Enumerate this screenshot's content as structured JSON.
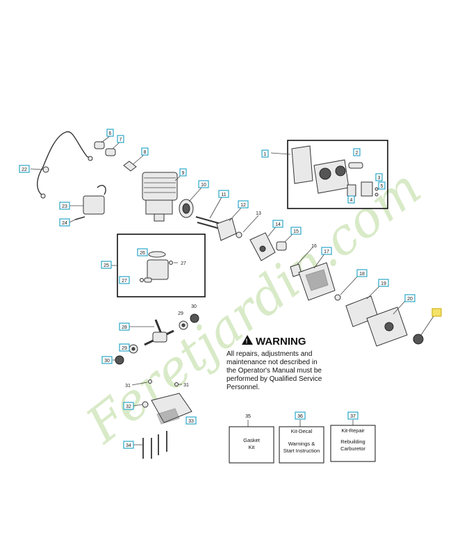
{
  "callouts": [
    {
      "id": "c22",
      "text": "22"
    },
    {
      "id": "c6",
      "text": "6"
    },
    {
      "id": "c7",
      "text": "7"
    },
    {
      "id": "c8",
      "text": "8"
    },
    {
      "id": "c9",
      "text": "9"
    },
    {
      "id": "c10",
      "text": "10"
    },
    {
      "id": "c11",
      "text": "11"
    },
    {
      "id": "c12",
      "text": "12"
    },
    {
      "id": "c13",
      "text": "13"
    },
    {
      "id": "c14",
      "text": "14"
    },
    {
      "id": "c15",
      "text": "15"
    },
    {
      "id": "c16",
      "text": "16"
    },
    {
      "id": "c17",
      "text": "17"
    },
    {
      "id": "c18",
      "text": "18"
    },
    {
      "id": "c19",
      "text": "19"
    },
    {
      "id": "c20",
      "text": "20"
    },
    {
      "id": "c23",
      "text": "23"
    },
    {
      "id": "c24",
      "text": "24"
    },
    {
      "id": "c25",
      "text": "25"
    },
    {
      "id": "c26",
      "text": "26"
    },
    {
      "id": "c27",
      "text": "27"
    },
    {
      "id": "c27b",
      "text": "27"
    },
    {
      "id": "c28",
      "text": "28"
    },
    {
      "id": "c29",
      "text": "29"
    },
    {
      "id": "c29b",
      "text": "29"
    },
    {
      "id": "c30",
      "text": "30"
    },
    {
      "id": "c30b",
      "text": "30"
    },
    {
      "id": "c31",
      "text": "31"
    },
    {
      "id": "c31b",
      "text": "31"
    },
    {
      "id": "c32",
      "text": "32"
    },
    {
      "id": "c33",
      "text": "33"
    },
    {
      "id": "c34",
      "text": "34"
    },
    {
      "id": "c1",
      "text": "1"
    },
    {
      "id": "c2",
      "text": "2"
    },
    {
      "id": "c3",
      "text": "3"
    },
    {
      "id": "c4",
      "text": "4"
    },
    {
      "id": "c5",
      "text": "5"
    }
  ],
  "warning": {
    "title": "WARNING",
    "lines": [
      "All repairs, adjustments and",
      "maintenance not described in",
      "the Operator's Manual must be",
      "performed by Qualified Service",
      "Personnel."
    ]
  },
  "kits": [
    {
      "number": "35",
      "lines": [
        "Gasket",
        "Kit"
      ]
    },
    {
      "number": "36",
      "lines": [
        "Kit-Decal",
        "Warnings &",
        "Start Instruction"
      ]
    },
    {
      "number": "37",
      "lines": [
        "Kit-Repair",
        "Rebuilding",
        "Carburetor"
      ]
    }
  ],
  "watermark": {
    "text": "Feretjardin.com",
    "color_left": "#b9d99a",
    "color_right": "#c9b79c"
  }
}
